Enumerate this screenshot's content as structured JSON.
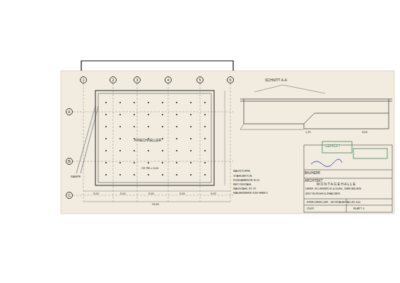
{
  "diagram": {
    "nodes": [
      {
        "text": [
          "1"
        ]
      },
      {
        "text": [
          "2"
        ]
      },
      {
        "text": [
          "3"
        ]
      },
      {
        "text": [
          "4"
        ]
      },
      {
        "text": [
          "5"
        ]
      },
      {
        "text": [
          "6"
        ]
      },
      {
        "text": [
          "A"
        ]
      },
      {
        "text": [
          "B"
        ]
      },
      {
        "text": [
          "C"
        ]
      }
    ],
    "edges": [],
    "labels": [
      "KRIECHKELLER",
      "RAMPE",
      "OK FB ± 0,00",
      "6,00",
      "6,00",
      "6,00",
      "6,00",
      "6,00",
      "24,00",
      "BAUSTOFFE",
      "STAHLBETON",
      "FUNDAMENTE B 25",
      "BETONSTAHL",
      "BAUSTAHL ST 37",
      "MAUERWERK KSV HBM 5",
      "SCHNITT A-A",
      "1,25",
      "3,00",
      "GEPRÜFT",
      "BAUHERR",
      "ARCHITEKT",
      "M O N T A G E H A L L E",
      "GEBR. ELLERBROK & KUHL, IMMOBILIEN",
      "4807 BORGHOLZHAUSEN",
      "KRIECHKELLER - MONTAGEHALLE",
      "1:100",
      "250/3",
      "BLATT 4"
    ]
  }
}
